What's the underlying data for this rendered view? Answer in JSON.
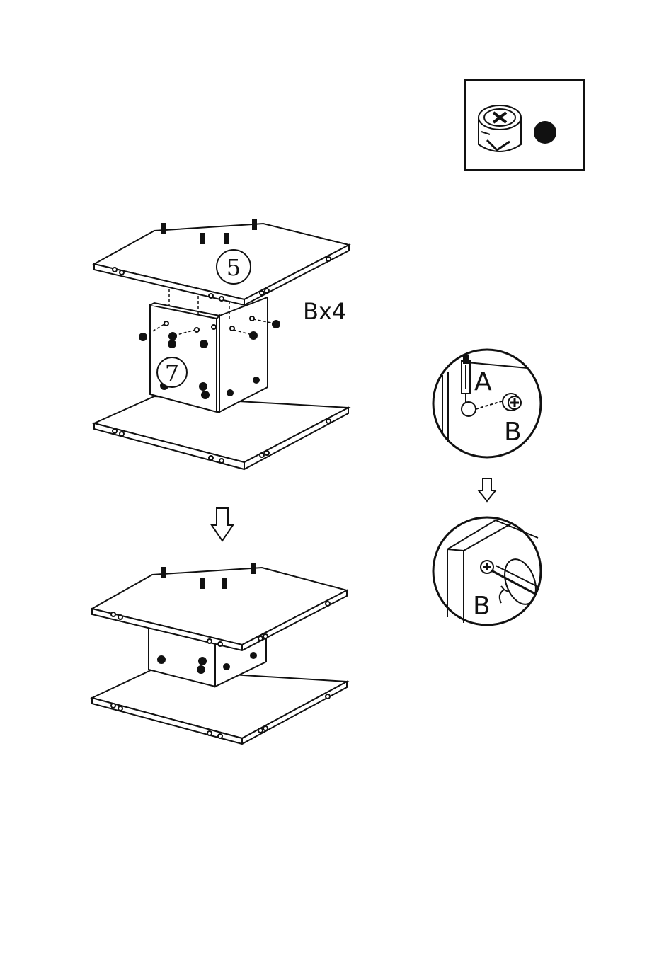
{
  "hardware_legend": {
    "part_name": "cam-lock-fitting",
    "marker": "filled-dot"
  },
  "panels": {
    "top_panel_number": "5",
    "side_panel_number": "7"
  },
  "quantity_label": "Bx4",
  "detail_views": {
    "detail_1_label_a": "A",
    "detail_1_label_b": "B",
    "detail_2_label_b": "B"
  },
  "colors": {
    "ink": "#111111",
    "paper": "#ffffff"
  }
}
